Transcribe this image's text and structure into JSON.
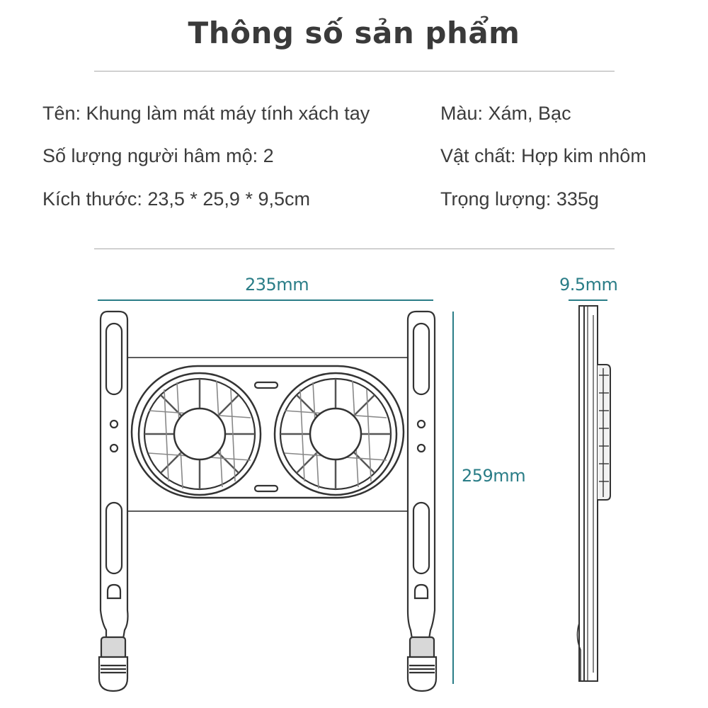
{
  "page": {
    "title": "Thông số sản phẩm"
  },
  "specs": {
    "left": [
      "Tên: Khung làm mát máy tính xách tay",
      "Số lượng người hâm mộ: 2",
      "Kích thước: 23,5 * 25,9 * 9,5cm"
    ],
    "right": [
      "Màu: Xám, Bạc",
      "Vật chất: Hợp kim nhôm",
      "Trọng lượng: 335g"
    ]
  },
  "diagram": {
    "width_label": "235mm",
    "height_label": "259mm",
    "depth_label": "9.5mm",
    "dimension_color": "#2a7d87",
    "outline_color": "#333333"
  }
}
